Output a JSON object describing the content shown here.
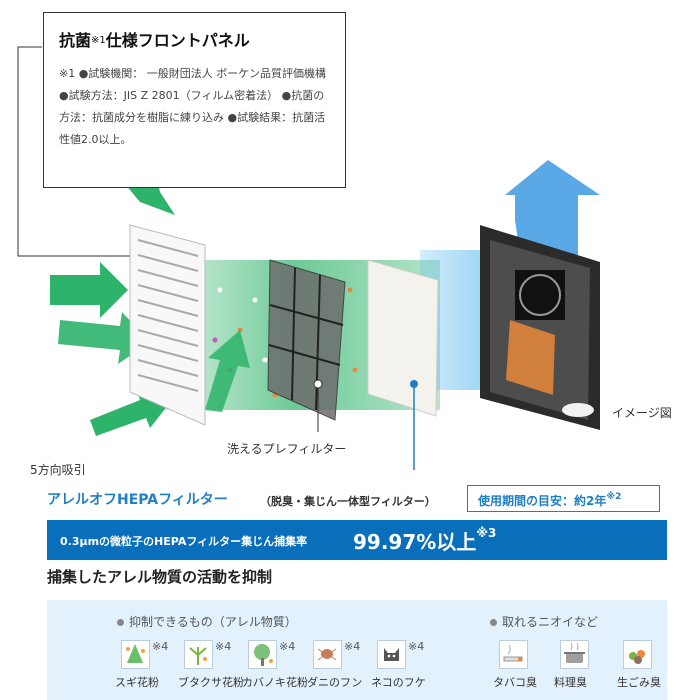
{
  "callout": {
    "title": "抗菌",
    "title_ref": "※1",
    "title_rest": "仕様フロントパネル",
    "body": "※1 ●試験機関： 一般財団法人 ボーケン品質評価機構 ●試験方法：JIS Z 2801（フィルム密着法） ●抗菌の方法：抗菌成分を樹脂に練り込み ●試験結果：抗菌活性値2.0以上。"
  },
  "diagram": {
    "intake_label": "5方向吸引",
    "prefilter_label": "洗えるプレフィルター",
    "image_label": "イメージ図",
    "colors": {
      "arrow_green": "#2eb36a",
      "arrow_blue": "#5aa9e6",
      "particle_orange": "#e8883a"
    }
  },
  "hepa": {
    "title": "アレルオフHEPAフィルター",
    "subtitle": "（脱臭・集じん一体型フィルター）",
    "usage": "使用期間の目安：約2年",
    "usage_ref": "※2"
  },
  "band": {
    "label": "0.3μmの微粒子のHEPAフィルター集じん捕集率",
    "value": "99.97%以上",
    "value_ref": "※3",
    "color": "#0a6fba"
  },
  "capture_heading": "捕集したアレル物質の活動を抑制",
  "allergens": {
    "heading": "抑制できるもの（アレル物質）",
    "items": [
      {
        "label": "スギ花粉",
        "note": "※4",
        "icon": "cedar-pollen-icon"
      },
      {
        "label": "ブタクサ花粉",
        "note": "※4",
        "icon": "ragweed-pollen-icon"
      },
      {
        "label": "カバノキ花粉",
        "note": "※4",
        "icon": "birch-pollen-icon"
      },
      {
        "label": "ダニのフン",
        "note": "※4",
        "icon": "mite-icon"
      },
      {
        "label": "ネコのフケ",
        "note": "※4",
        "icon": "cat-icon"
      }
    ]
  },
  "odors": {
    "heading": "取れるニオイなど",
    "items": [
      {
        "label": "タバコ臭",
        "icon": "cigarette-icon"
      },
      {
        "label": "料理臭",
        "icon": "cooking-pot-icon"
      },
      {
        "label": "生ごみ臭",
        "icon": "garbage-icon"
      }
    ]
  }
}
